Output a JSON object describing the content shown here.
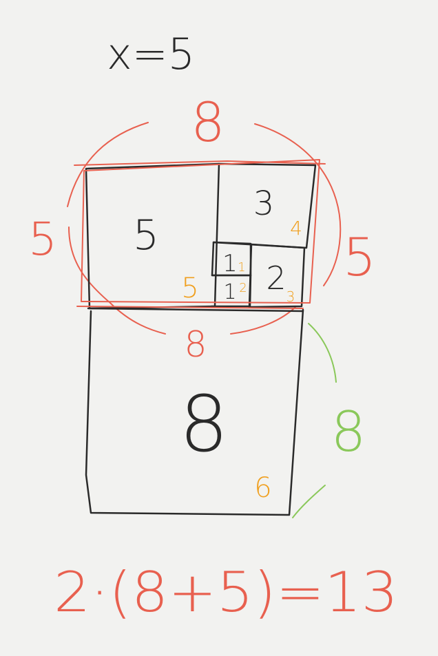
{
  "colors": {
    "black": "#2a2a2a",
    "red": "#e8604f",
    "orange": "#f0a020",
    "green": "#8ac85a",
    "background": "#f2f2f0"
  },
  "labels": {
    "header": "x=5",
    "top_length": "8",
    "left_length": "5",
    "right_length": "5",
    "middle_length": "8",
    "green_length": "8",
    "sq5": "5",
    "sq3": "3",
    "sq2": "2",
    "sq1a": "1",
    "sq1b": "1",
    "sq8": "8",
    "order1": "1",
    "order2": "2",
    "order3": "3",
    "order4": "4",
    "order5": "5",
    "order6": "6",
    "equation": "2·(8+5)=13"
  }
}
